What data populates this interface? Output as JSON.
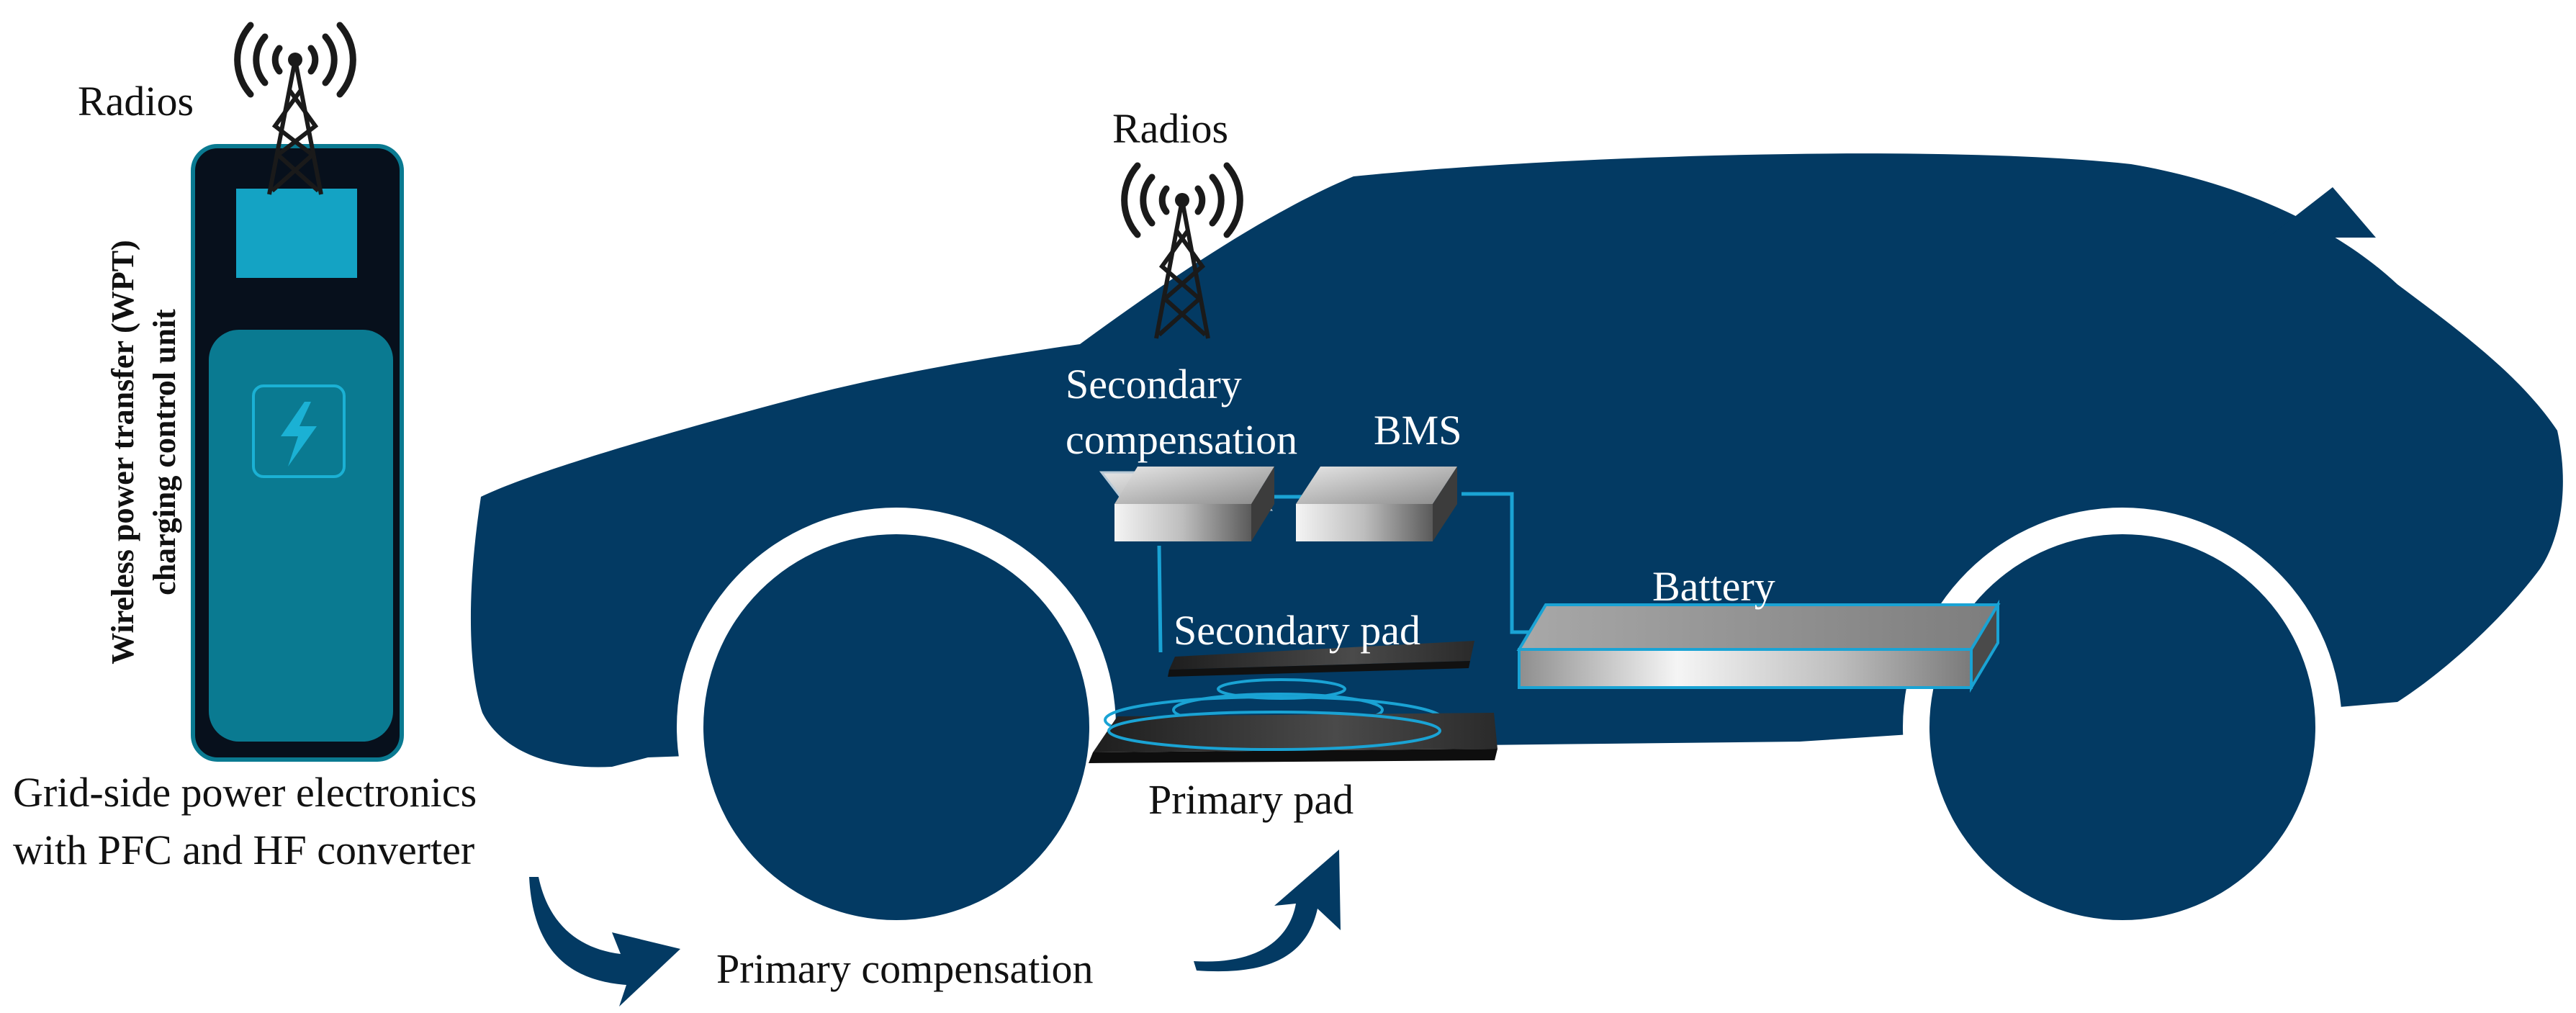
{
  "colors": {
    "car_body": "#033a63",
    "charger_panel": "#0a7a91",
    "screen": "#14a3c4",
    "wire": "#1aa3d4",
    "arrow": "#033a63"
  },
  "icons": {
    "charger_symbol": "lightning-bolt-icon",
    "tower": "radio-tower-icon",
    "flow": "curved-arrow-icon"
  },
  "labels": {
    "radios_charger": "Radios",
    "radios_vehicle": "Radios",
    "charger_unit_line1": "Wireless power transfer (WPT)",
    "charger_unit_line2": "charging control unit",
    "grid_line1": "Grid-side power electronics",
    "grid_line2": "with PFC and HF converter",
    "secondary_comp_line1": "Secondary",
    "secondary_comp_line2": "compensation",
    "bms": "BMS",
    "battery": "Battery",
    "secondary_pad": "Secondary pad",
    "primary_pad": "Primary pad",
    "primary_compensation": "Primary compensation"
  }
}
